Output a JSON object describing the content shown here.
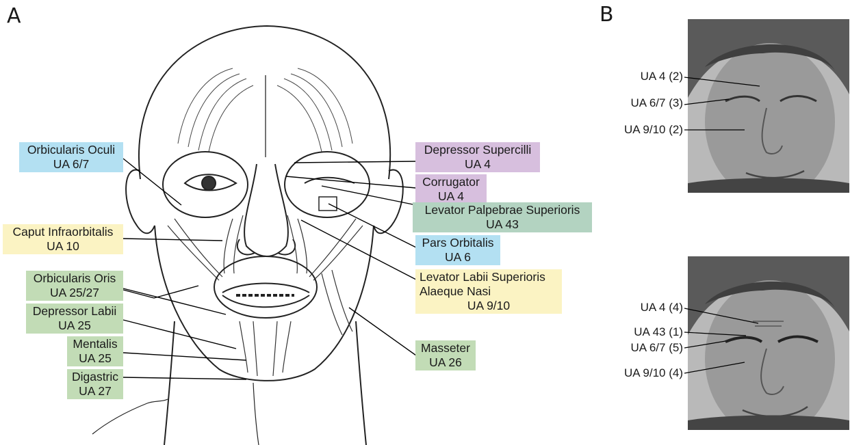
{
  "panels": {
    "a": "A",
    "b": "B"
  },
  "muscles": [
    {
      "id": "orbicularis-oculi",
      "name": "Orbicularis Oculi",
      "ua": "UA 6/7",
      "color": "#b3e0f2"
    },
    {
      "id": "caput-infraorbitalis",
      "name": "Caput Infraorbitalis",
      "ua": "UA 10",
      "color": "#fbf3c3"
    },
    {
      "id": "orbicularis-oris",
      "name": "Orbicularis Oris",
      "ua": "UA 25/27",
      "color": "#c2dcb6"
    },
    {
      "id": "depressor-labii",
      "name": "Depressor Labii",
      "ua": "UA 25",
      "color": "#c2dcb6"
    },
    {
      "id": "mentalis",
      "name": "Mentalis",
      "ua": "UA 25",
      "color": "#c2dcb6"
    },
    {
      "id": "digastric",
      "name": "Digastric",
      "ua": "UA 27",
      "color": "#c2dcb6"
    },
    {
      "id": "depressor-supercilli",
      "name": "Depressor Supercilli",
      "ua": "UA 4",
      "color": "#d7bfde"
    },
    {
      "id": "corrugator",
      "name": "Corrugator",
      "ua": "UA 4",
      "color": "#d7bfde"
    },
    {
      "id": "levator-palpebrae",
      "name": "Levator Palpebrae Superioris",
      "ua": "UA 43",
      "color": "#b3d3c1"
    },
    {
      "id": "pars-orbitalis",
      "name": "Pars Orbitalis",
      "ua": "UA 6",
      "color": "#b3e0f2"
    },
    {
      "id": "levator-labii",
      "name_line1": "Levator Labii Superioris",
      "name_line2": "Alaeque Nasi",
      "ua": "UA 9/10",
      "color": "#fbf3c3"
    },
    {
      "id": "masseter",
      "name": "Masseter",
      "ua": "UA 26",
      "color": "#c2dcb6"
    }
  ],
  "photo_top": [
    "UA 4 (2)",
    "UA 6/7 (3)",
    "UA 9/10 (2)"
  ],
  "photo_bottom": [
    "UA 4 (4)",
    "UA 43 (1)",
    "UA 6/7 (5)",
    "UA 9/10 (4)"
  ]
}
